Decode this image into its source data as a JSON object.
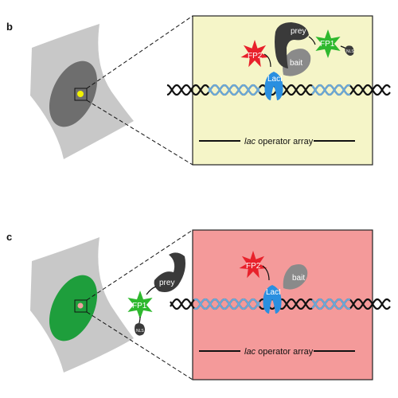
{
  "panel_b": {
    "letter": "b",
    "labels": {
      "fp2": "FP2",
      "prey": "prey",
      "bait": "bait",
      "fp1": "FP1",
      "nls": "NLS",
      "laci": "LacI",
      "array_italic": "lac",
      "array_rest": " operator array"
    }
  },
  "panel_c": {
    "letter": "c",
    "labels": {
      "fp1": "FP1",
      "nls": "NLS",
      "prey": "prey",
      "fp2": "FP2",
      "bait": "bait",
      "laci": "LacI",
      "array_italic": "lac",
      "array_rest": " operator array"
    }
  },
  "colors": {
    "panel_b_background": "#f5f5c8",
    "panel_c_background": "#f49a9a",
    "cell": "#c8c8c8",
    "nucleus_b": "#6e6e6e",
    "nucleus_c": "#1e9e3c",
    "spot_b": "#f2f200",
    "spot_c": "#f2a0a0",
    "fp1_green": "#2eb82e",
    "fp2_red": "#e8212b",
    "laci_blue": "#2a8fe0",
    "dna_black": "#111111",
    "dna_blue": "#6aa8d8",
    "prey_dark": "#3a3a3a",
    "bait_grey": "#8a8a8a"
  }
}
